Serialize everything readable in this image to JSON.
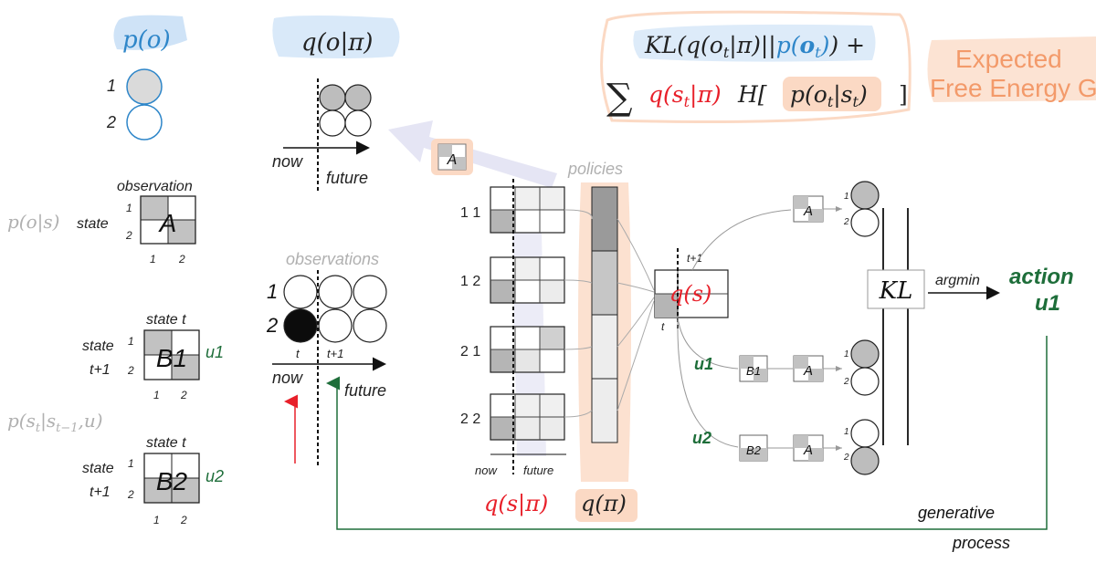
{
  "colors": {
    "blue": "#2e86c9",
    "blue_highlight": "#cfe3f7",
    "red": "#e8202a",
    "green": "#1e6e3a",
    "orange": "#f39a6a",
    "orange_highlight": "#fbd9c4",
    "grey_text": "#b0b0b0",
    "cell_dark": "#b5b5b5",
    "cell_mid": "#cfcfcf",
    "cell_light": "#ececec",
    "purple_arrow": "#dcdcf0"
  },
  "prior": {
    "title": "p(o)",
    "row_1": "1",
    "row_2": "2"
  },
  "predicted_obs": {
    "title": "q(o|π)",
    "now_label": "now",
    "future_label": "future"
  },
  "efe": {
    "line1": "KL(q(o_t|π)||p(o_t)) +",
    "line2_sum": "∑",
    "line2_q": "q(s_t|π)",
    "line2_H": "H[",
    "line2_p": "p(o_t|s_t)",
    "line2_close": "]",
    "caption": "Expected Free Energy G"
  },
  "matrix_A": {
    "dist_label": "p(o|s)",
    "row_axis": "state",
    "col_axis": "observation",
    "letter": "A",
    "row_ticks": [
      "1",
      "2"
    ],
    "col_ticks": [
      "1",
      "2"
    ]
  },
  "matrix_B1": {
    "col_axis": "state t",
    "row_axis_1": "state",
    "row_axis_2": "t+1",
    "letter": "B1",
    "action": "u1",
    "row_ticks": [
      "1",
      "2"
    ],
    "col_ticks": [
      "1",
      "2"
    ]
  },
  "matrix_B2": {
    "col_axis": "state t",
    "row_axis_1": "state",
    "row_axis_2": "t+1",
    "letter": "B2",
    "action": "u2",
    "row_ticks": [
      "1",
      "2"
    ],
    "col_ticks": [
      "1",
      "2"
    ]
  },
  "transition_label": "p(s_t|s_t−1,u)",
  "observations": {
    "title": "observations",
    "row_1": "1",
    "row_2": "2",
    "t_label": "t",
    "t1_label": "t+1",
    "now_label": "now",
    "future_label": "future"
  },
  "policies": {
    "title": "policies",
    "rows": [
      "1 1",
      "1 2",
      "2 1",
      "2 2"
    ],
    "now_label": "now",
    "future_label": "future",
    "qs_pi": "q(s|π)",
    "q_pi": "q(π)",
    "A_chip": "A"
  },
  "belief": {
    "label": "q(s)",
    "t_label": "t",
    "t1_label": "t+1"
  },
  "branches": {
    "u1_label": "u1",
    "u2_label": "u2",
    "B1_chip": "B1",
    "B2_chip": "B2",
    "A_chip": "A",
    "tick_1": "1",
    "tick_2": "2"
  },
  "kl_box": "KL",
  "argmin_label": "argmin",
  "action_label": "action",
  "action_value": "u1",
  "generative_process_1": "generative",
  "generative_process_2": "process"
}
